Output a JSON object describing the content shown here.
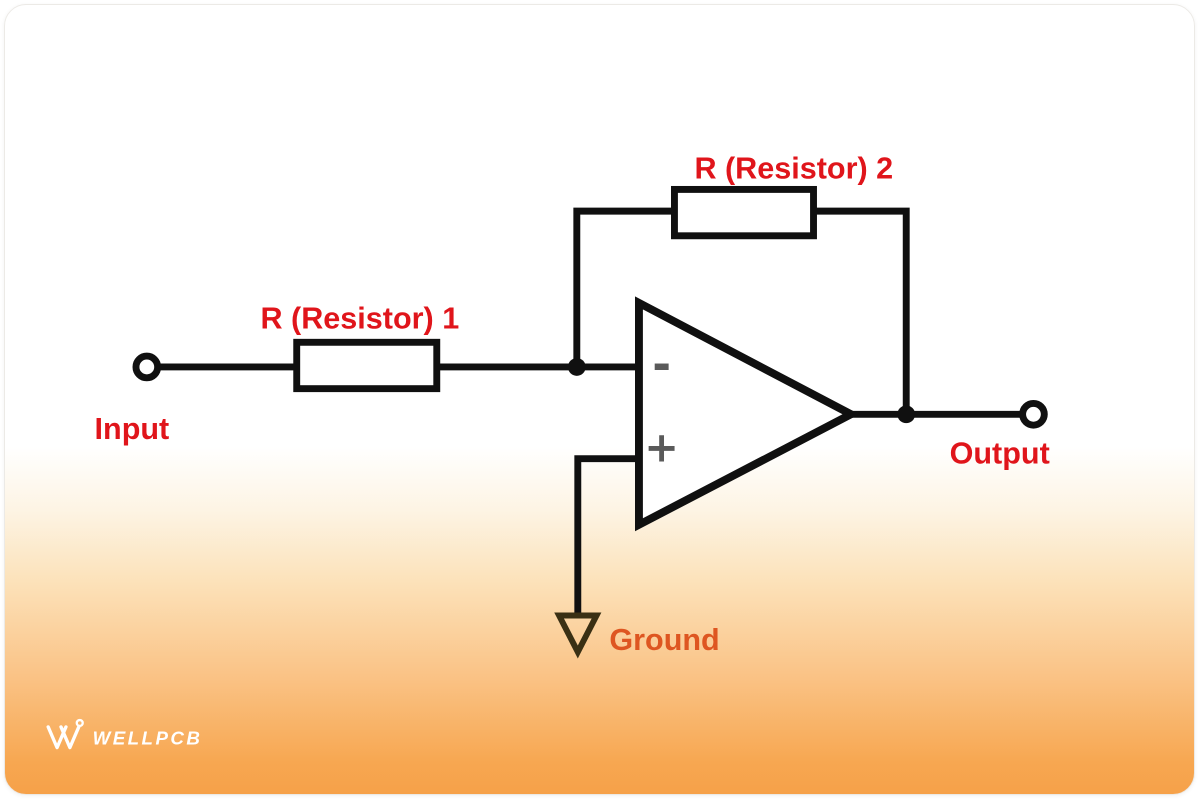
{
  "diagram": {
    "type": "circuit-schematic",
    "subject": "inverting-op-amp-amplifier",
    "labels": {
      "resistor1": "R (Resistor) 1",
      "resistor2": "R (Resistor) 2",
      "input": "Input",
      "output": "Output",
      "ground": "Ground",
      "inverting_input_sign": "-",
      "noninverting_input_sign": "+"
    },
    "colors": {
      "label_red": "#E0151B",
      "ground_label_orange": "#DE5621",
      "wire_black": "#101010",
      "ground_symbol_dark": "#3A3014",
      "opamp_sign_gray": "#5A5A5A",
      "gradient_orange": "#F6A149",
      "card_background": "#FFFFFF"
    }
  },
  "footer": {
    "brand": "WELLPCB"
  }
}
